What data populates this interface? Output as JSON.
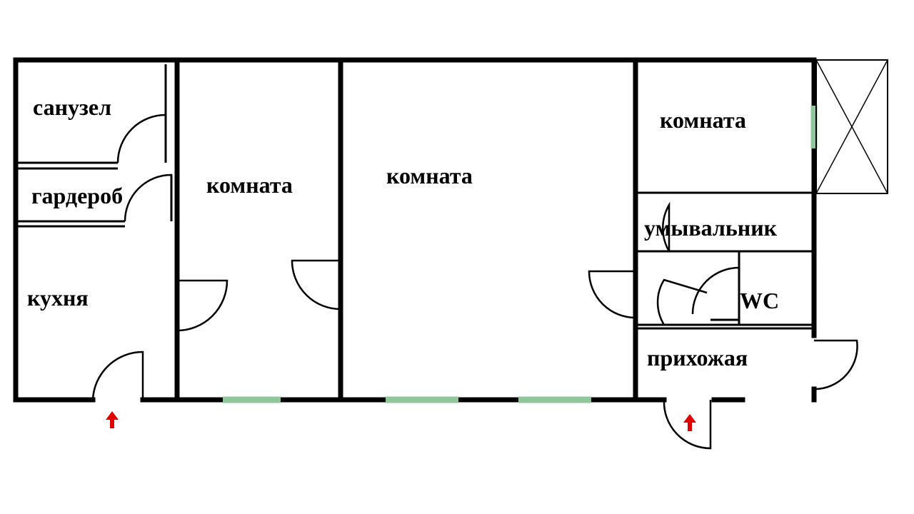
{
  "plan": {
    "rooms": {
      "bathroom": "санузел",
      "wardrobe": "гардероб",
      "kitchen": "кухня",
      "room_left": "комната",
      "room_center": "комната",
      "room_right": "комната",
      "washbasin": "умывальник",
      "wc": "WC",
      "hallway": "прихожая"
    },
    "colors": {
      "walls": "#000000",
      "windows": "#8fc79a",
      "entrance_arrow": "#e00000",
      "background": "#ffffff"
    },
    "icons": {
      "entrance_marker": "red-up-arrow-icon",
      "balcony": "crossed-box-icon"
    }
  }
}
